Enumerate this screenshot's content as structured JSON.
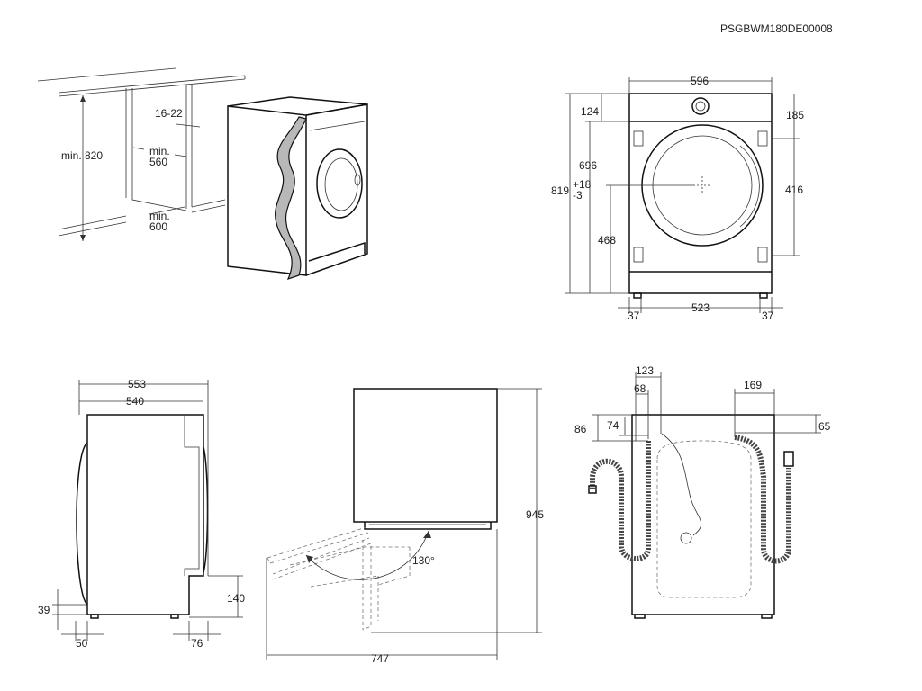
{
  "model_code": "PSGBWM180DE00008",
  "installation_view": {
    "height_label": "min. 820",
    "gap_label": "16-22",
    "width_label_line1": "min.",
    "width_label_line2": "560",
    "depth_label_line1": "min.",
    "depth_label_line2": "600"
  },
  "front_view": {
    "width": "596",
    "top_offset": "124",
    "top_right": "185",
    "height_base": "819",
    "height_tol_upper": "+18",
    "height_tol_lower": "-3",
    "door_height": "696",
    "bracket_span": "416",
    "center_height": "468",
    "foot_left": "37",
    "foot_span": "523",
    "foot_right": "37"
  },
  "side_view": {
    "depth_total": "553",
    "depth_body": "540",
    "dim_39": "39",
    "dim_140": "140",
    "dim_50": "50",
    "dim_76": "76"
  },
  "door_view": {
    "height": "945",
    "angle": "130°",
    "clearance": "747"
  },
  "rear_view": {
    "dim_123": "123",
    "dim_68": "68",
    "dim_169": "169",
    "dim_86": "86",
    "dim_74": "74",
    "dim_65": "65"
  }
}
